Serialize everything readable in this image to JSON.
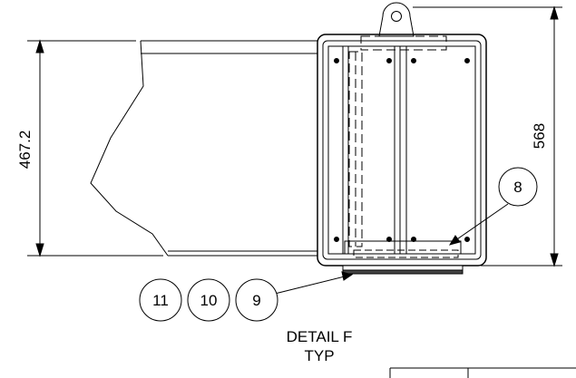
{
  "dimensions": {
    "height_left": "467.2",
    "height_right": "568"
  },
  "callouts": {
    "item_8": "8",
    "item_9": "9",
    "item_10": "10",
    "item_11": "11"
  },
  "detail": {
    "line1": "DETAIL F",
    "line2": "TYP"
  }
}
